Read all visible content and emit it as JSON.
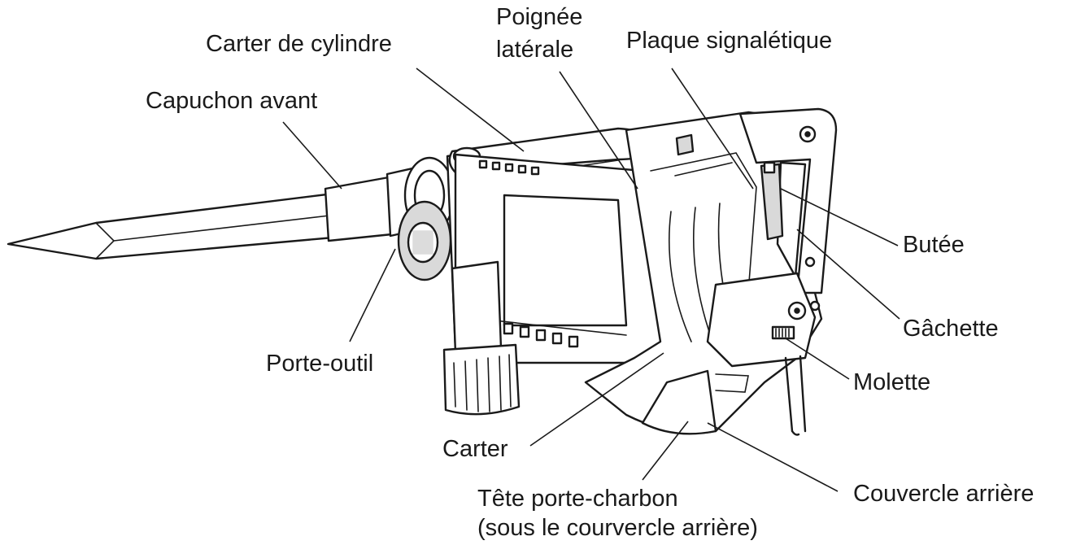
{
  "labels": {
    "carter_cylindre": "Carter de cylindre",
    "poignee_1": "Poignée",
    "poignee_2": "latérale",
    "plaque": "Plaque signalétique",
    "capuchon": "Capuchon avant",
    "butee": "Butée",
    "gachette": "Gâchette",
    "porte_outil": "Porte-outil",
    "molette": "Molette",
    "carter": "Carter",
    "couvercle": "Couvercle arrière",
    "tete_1": "Tête porte-charbon",
    "tete_2": "(sous le courvercle arrière)"
  },
  "colors": {
    "ink": "#1a1a1a",
    "shade": "#d9d9d9",
    "background": "#ffffff"
  }
}
